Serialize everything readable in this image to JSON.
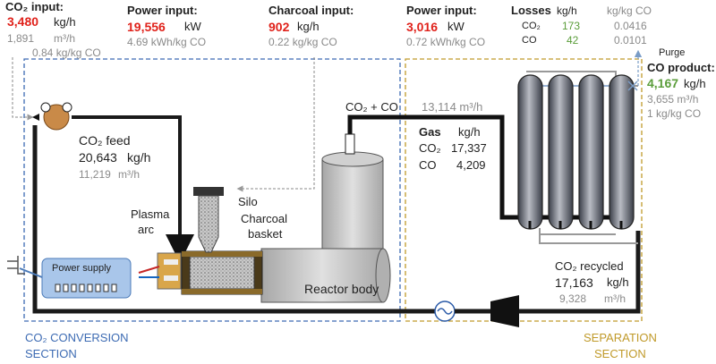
{
  "co2_input": {
    "title": "CO₂ input:",
    "value": "3,480",
    "unit": "kg/h",
    "flow": "1,891",
    "flow_unit": "m³/h",
    "ratio": "0.84 kg/kg CO"
  },
  "power_input_1": {
    "title": "Power input:",
    "value": "19,556",
    "unit": "kW",
    "specific": "4.69 kWh/kg CO"
  },
  "charcoal_input": {
    "title": "Charcoal input:",
    "value": "902",
    "unit": "kg/h",
    "specific": "0.22 kg/kg CO"
  },
  "power_input_2": {
    "title": "Power input:",
    "value": "3,016",
    "unit": "kW",
    "specific": "0.72 kWh/kg CO"
  },
  "losses": {
    "title": "Losses",
    "col1": "kg/h",
    "col2": "kg/kg CO",
    "rows": [
      {
        "species": "CO₂",
        "kgh": "173",
        "kgkg": "0.0416"
      },
      {
        "species": "CO",
        "kgh": "42",
        "kgkg": "0.0101"
      }
    ]
  },
  "purge_label": "Purge",
  "co_product": {
    "title": "CO product:",
    "value": "4,167",
    "unit": "kg/h",
    "flow": "3,655 m³/h",
    "ratio": "1 kg/kg CO"
  },
  "co2_feed": {
    "title": "CO₂ feed",
    "value": "20,643",
    "unit": "kg/h",
    "flow": "11,219",
    "flow_unit": "m³/h"
  },
  "gas_stream": {
    "label": "CO₂ + CO",
    "flow": "13,114 m³/h",
    "header_gas": "Gas",
    "header_unit": "kg/h",
    "rows": [
      {
        "species": "CO₂",
        "value": "17,337"
      },
      {
        "species": "CO",
        "value": "4,209"
      }
    ]
  },
  "co2_recycled": {
    "title": "CO₂ recycled",
    "value": "17,163",
    "unit": "kg/h",
    "flow": "9,328",
    "flow_unit": "m³/h"
  },
  "labels": {
    "silo": "Silo",
    "charcoal_basket_1": "Charcoal",
    "charcoal_basket_2": "basket",
    "plasma_arc_1": "Plasma",
    "plasma_arc_2": "arc",
    "power_supply": "Power supply",
    "reactor_body": "Reactor body"
  },
  "sections": {
    "conversion_1": "CO₂ CONVERSION",
    "conversion_2": "SECTION",
    "separation_1": "SEPARATION",
    "separation_2": "SECTION"
  },
  "colors": {
    "conversion_border": "#3d6bb3",
    "separation_border": "#c09a2a",
    "red_value": "#e0221b",
    "green_value": "#5a9d3a",
    "gray_value": "#8a8a8a",
    "column_fill": "#5a5f6b",
    "reactor_fill": "#c8c8c8"
  }
}
